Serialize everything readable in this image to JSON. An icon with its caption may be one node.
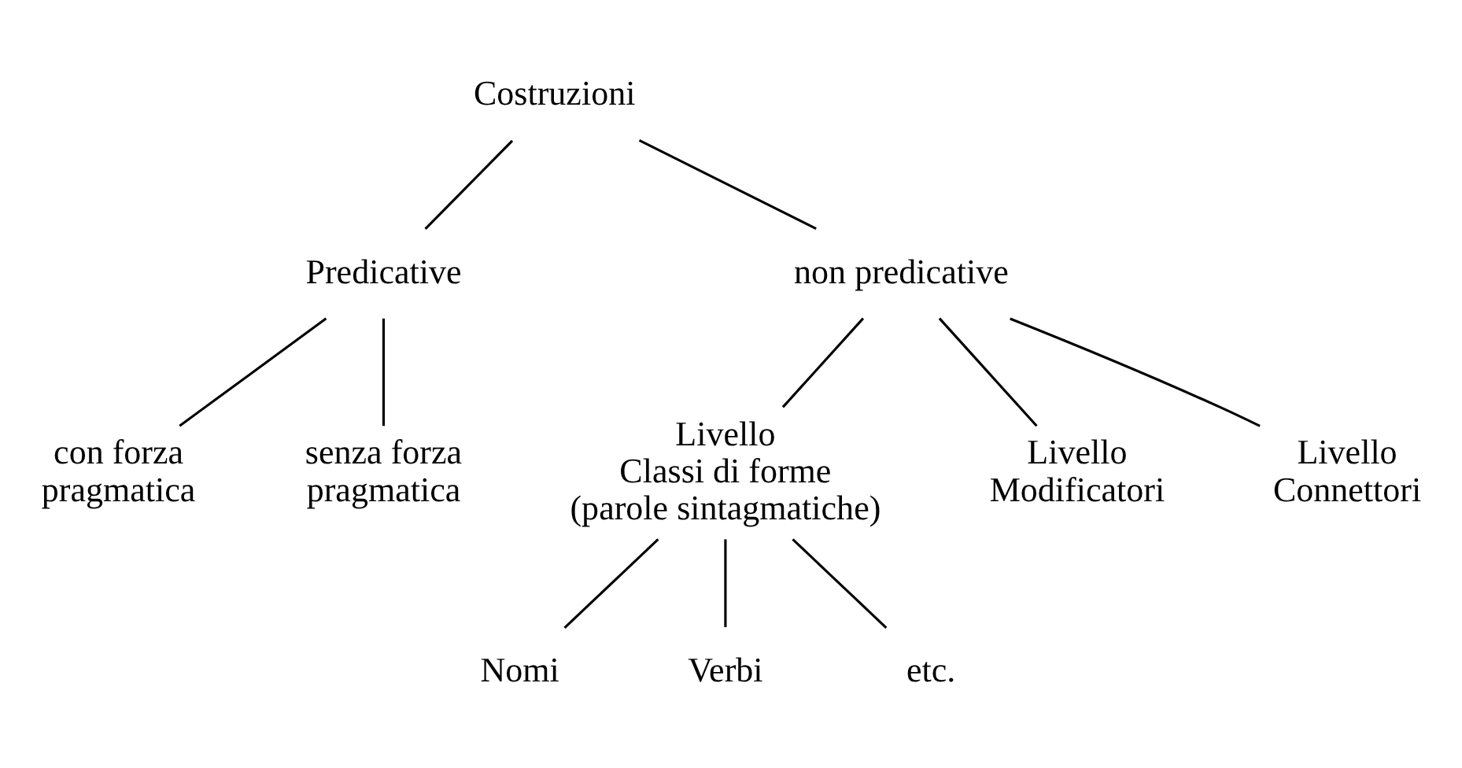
{
  "diagram": {
    "nodes": [
      {
        "text": [
          "Costruzioni"
        ]
      },
      {
        "text": [
          "Predicative"
        ]
      },
      {
        "text": [
          "non predicative"
        ]
      },
      {
        "text": [
          "con forza pragmatica"
        ]
      },
      {
        "text": [
          "senza forza pragmatica"
        ]
      },
      {
        "text": [
          "Livello Classi di forme (parole sintagmatiche)"
        ]
      },
      {
        "text": [
          "Livello Modificatori"
        ]
      },
      {
        "text": [
          "Livello Connettori"
        ]
      },
      {
        "text": [
          "Nomi"
        ]
      },
      {
        "text": [
          "Verbi"
        ]
      },
      {
        "text": [
          "etc."
        ]
      }
    ],
    "edges": [
      {
        "from": 0,
        "to": 1,
        "arrow": "none"
      },
      {
        "from": 0,
        "to": 2,
        "arrow": "none"
      },
      {
        "from": 1,
        "to": 3,
        "arrow": "none"
      },
      {
        "from": 1,
        "to": 4,
        "arrow": "none"
      },
      {
        "from": 2,
        "to": 5,
        "arrow": "none"
      },
      {
        "from": 2,
        "to": 6,
        "arrow": "none"
      },
      {
        "from": 2,
        "to": 7,
        "arrow": "none"
      },
      {
        "from": 5,
        "to": 8,
        "arrow": "none"
      },
      {
        "from": 5,
        "to": 9,
        "arrow": "none"
      },
      {
        "from": 5,
        "to": 10,
        "arrow": "none"
      }
    ]
  }
}
